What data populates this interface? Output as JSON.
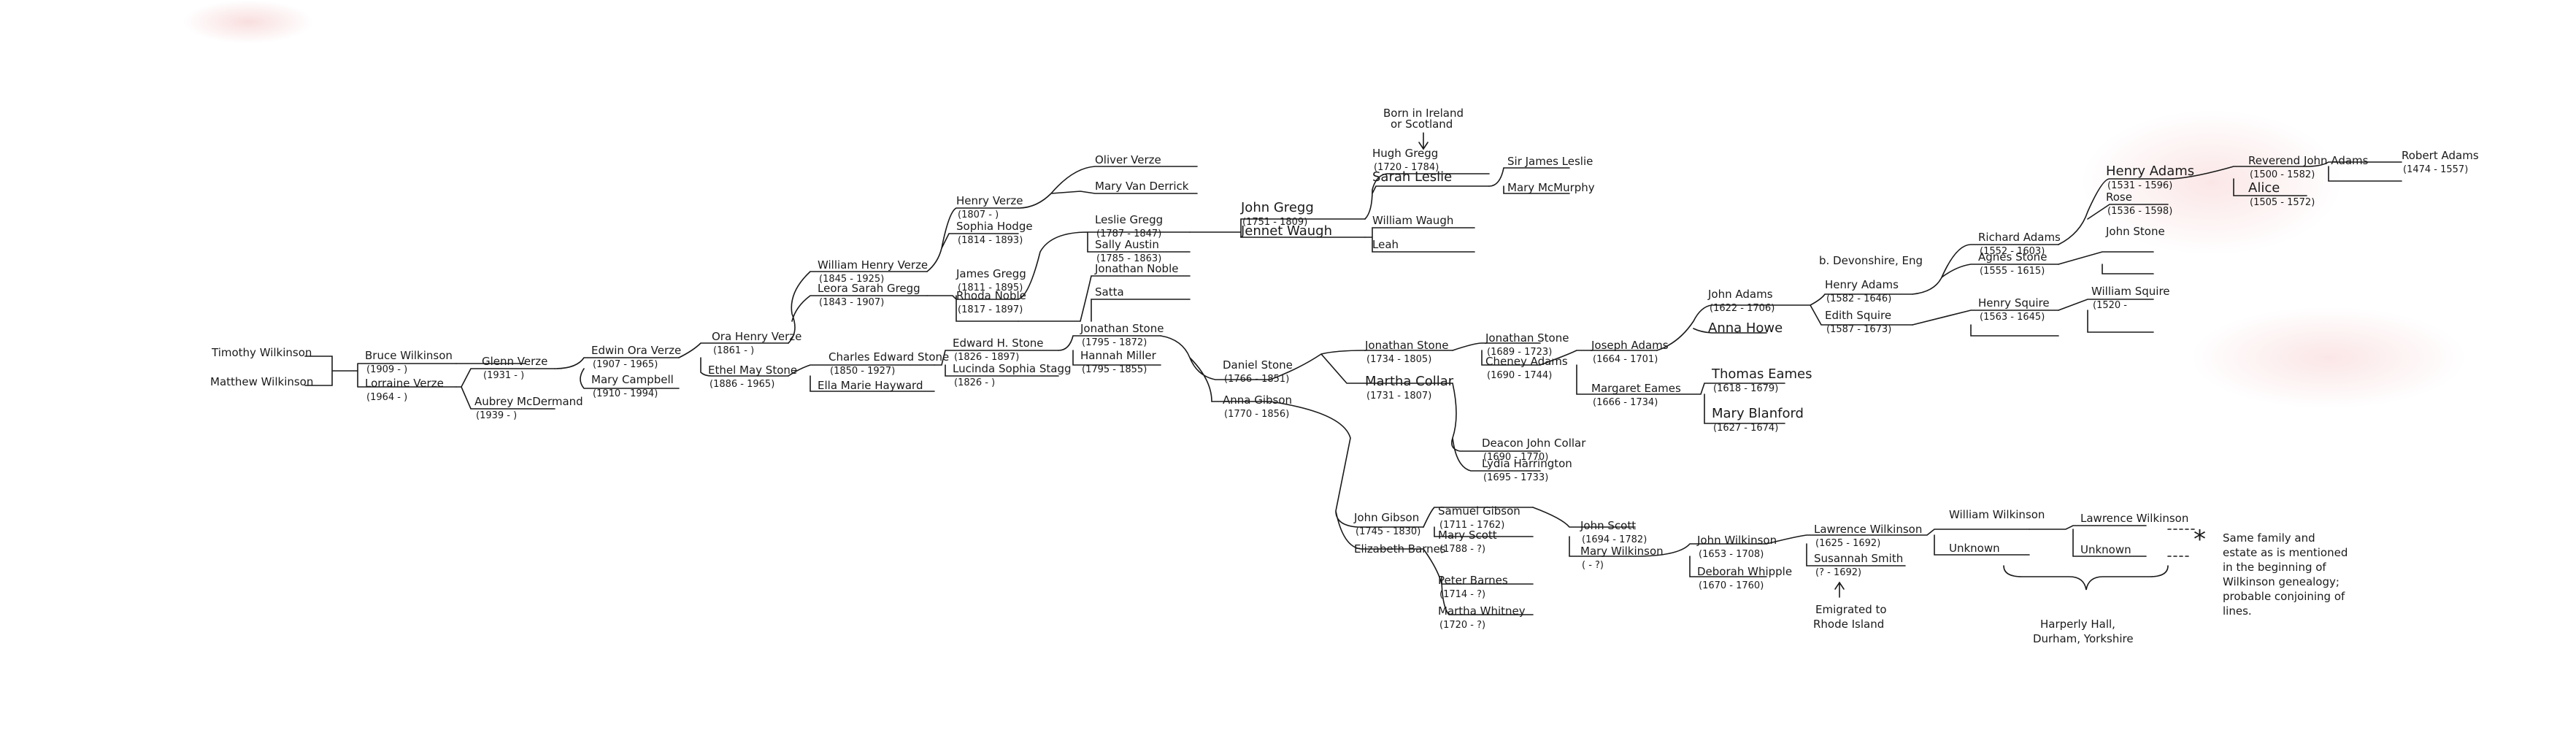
{
  "people": [
    {
      "id": "timothy",
      "name": "Timothy Wilkinson",
      "dates": ""
    },
    {
      "id": "matthew",
      "name": "Matthew Wilkinson",
      "dates": ""
    },
    {
      "id": "bruce",
      "name": "Bruce Wilkinson",
      "dates": "(1909 -      )"
    },
    {
      "id": "lorraine",
      "name": "Lorraine Verze",
      "dates": "(1964 -      )"
    },
    {
      "id": "glenn",
      "name": "Glenn Verze",
      "dates": "(1931 -      )"
    },
    {
      "id": "aubrey",
      "name": "Aubrey McDermand",
      "dates": "(1939 -      )"
    },
    {
      "id": "edwin",
      "name": "Edwin Ora Verze",
      "dates": "(1907 - 1965)"
    },
    {
      "id": "mary_campbell",
      "name": "Mary Campbell",
      "dates": "(1910 - 1994)"
    },
    {
      "id": "ora_henry",
      "name": "Ora Henry Verze",
      "dates": "(1861 -      )"
    },
    {
      "id": "ethel",
      "name": "Ethel May Stone",
      "dates": "(1886 - 1965)"
    },
    {
      "id": "william_henry",
      "name": "William Henry Verze",
      "dates": "(1845 - 1925)"
    },
    {
      "id": "leora",
      "name": "Leora Sarah Gregg",
      "dates": "(1843 - 1907)"
    },
    {
      "id": "henry_verze",
      "name": "Henry Verze",
      "dates": "(1807 -      )"
    },
    {
      "id": "sophia",
      "name": "Sophia Hodge",
      "dates": "(1814 - 1893)"
    },
    {
      "id": "oliver",
      "name": "Oliver Verze",
      "dates": ""
    },
    {
      "id": "mary_vd",
      "name": "Mary Van Derrick",
      "dates": ""
    },
    {
      "id": "james_gregg",
      "name": "James Gregg",
      "dates": "(1811 - 1895)"
    },
    {
      "id": "rhoda",
      "name": "Rhoda Noble",
      "dates": "(1817 - 1897)"
    },
    {
      "id": "leslie_gregg",
      "name": "Leslie Gregg",
      "dates": "(1787 - 1847)"
    },
    {
      "id": "sally",
      "name": "Sally Austin",
      "dates": "(1785 - 1863)"
    },
    {
      "id": "jonathan_noble",
      "name": "Jonathan Noble",
      "dates": ""
    },
    {
      "id": "satta",
      "name": "Satta",
      "dates": ""
    },
    {
      "id": "john_gregg",
      "name": "John Gregg",
      "dates": "(1751 - 1809)"
    },
    {
      "id": "jennet",
      "name": "Jennet Waugh",
      "dates": ""
    },
    {
      "id": "hugh",
      "name": "Hugh Gregg",
      "dates": "(1720 - 1784)"
    },
    {
      "id": "sarah_leslie",
      "name": "Sarah Leslie",
      "dates": ""
    },
    {
      "id": "william_waugh",
      "name": "William Waugh",
      "dates": ""
    },
    {
      "id": "leah",
      "name": "Leah",
      "dates": ""
    },
    {
      "id": "sir_james",
      "name": "Sir James Leslie",
      "dates": ""
    },
    {
      "id": "mary_mcm",
      "name": "Mary McMurphy",
      "dates": ""
    },
    {
      "id": "charles",
      "name": "Charles Edward Stone",
      "dates": "(1850 - 1927)"
    },
    {
      "id": "ella",
      "name": "Ella Marie Hayward",
      "dates": ""
    },
    {
      "id": "edward",
      "name": "Edward H. Stone",
      "dates": "(1826 - 1897)"
    },
    {
      "id": "lucinda",
      "name": "Lucinda Sophia Stagg",
      "dates": "(1826 -      )"
    },
    {
      "id": "jonathan_stone",
      "name": "Jonathan Stone",
      "dates": "(1795 - 1872)"
    },
    {
      "id": "hannah",
      "name": "Hannah Miller",
      "dates": "(1795 - 1855)"
    },
    {
      "id": "daniel",
      "name": "Daniel Stone",
      "dates": "(1766 - 1851)"
    },
    {
      "id": "anna_gibson",
      "name": "Anna Gibson",
      "dates": "(1770 - 1856)"
    },
    {
      "id": "jonathan_stone2",
      "name": "Jonathan Stone",
      "dates": "(1734 - 1805)"
    },
    {
      "id": "martha_collar",
      "name": "Martha Collar",
      "dates": "(1731 - 1807)"
    },
    {
      "id": "deacon",
      "name": "Deacon John Collar",
      "dates": "(1690 - 1770)"
    },
    {
      "id": "lydia",
      "name": "Lydia Harrington",
      "dates": "(1695 - 1733)"
    },
    {
      "id": "jonathan_stone3",
      "name": "Jonathan Stone",
      "dates": "(1689 - 1723)"
    },
    {
      "id": "cheney",
      "name": "Cheney Adams",
      "dates": "(1690 - 1744)"
    },
    {
      "id": "joseph",
      "name": "Joseph Adams",
      "dates": "(1664 - 1701)"
    },
    {
      "id": "margaret",
      "name": "Margaret Eames",
      "dates": "(1666 - 1734)"
    },
    {
      "id": "john_adams",
      "name": "John Adams",
      "dates": "(1622 - 1706)"
    },
    {
      "id": "anna_howe",
      "name": "Anna Howe",
      "dates": ""
    },
    {
      "id": "thomas",
      "name": "Thomas Eames",
      "dates": "(1618 - 1679)"
    },
    {
      "id": "mary_blanford",
      "name": "Mary Blanford",
      "dates": "(1627 - 1674)"
    },
    {
      "id": "henry_adams",
      "name": "Henry Adams",
      "dates": "(1582 - 1646)"
    },
    {
      "id": "edith",
      "name": "Edith Squire",
      "dates": "(1587 - 1673)"
    },
    {
      "id": "richard",
      "name": "Richard Adams",
      "dates": "(1552 - 1603)"
    },
    {
      "id": "agnes",
      "name": "Agnes Stone",
      "dates": "(1555 - 1615)"
    },
    {
      "id": "henry_squire",
      "name": "Henry Squire",
      "dates": "(1563 - 1645)"
    },
    {
      "id": "henry_adams2",
      "name": "Henry Adams",
      "dates": "(1531 - 1596)"
    },
    {
      "id": "rose",
      "name": "Rose",
      "dates": "(1536 - 1598)"
    },
    {
      "id": "john_stone",
      "name": "John Stone",
      "dates": ""
    },
    {
      "id": "william_squire",
      "name": "William Squire",
      "dates": "(1520 -      "
    },
    {
      "id": "reverend",
      "name": "Reverend John Adams",
      "dates": "(1500 - 1582)"
    },
    {
      "id": "alice",
      "name": "Alice",
      "dates": "(1505 - 1572)"
    },
    {
      "id": "robert",
      "name": "Robert Adams",
      "dates": "(1474 - 1557)"
    },
    {
      "id": "john_gibson",
      "name": "John Gibson",
      "dates": "(1745 - 1830)"
    },
    {
      "id": "elizabeth",
      "name": "Elizabeth Barnes",
      "dates": ""
    },
    {
      "id": "samuel",
      "name": "Samuel Gibson",
      "dates": "(1711 - 1762)"
    },
    {
      "id": "mary_scott",
      "name": "Mary Scott",
      "dates": "(1788 - ?)"
    },
    {
      "id": "peter",
      "name": "Peter Barnes",
      "dates": "(1714 - ?)"
    },
    {
      "id": "martha_whitney",
      "name": "Martha Whitney",
      "dates": "(1720 - ?)"
    },
    {
      "id": "john_scott",
      "name": "John Scott",
      "dates": "(1694 - 1782)"
    },
    {
      "id": "mary_wilkinson",
      "name": "Mary Wilkinson",
      "dates": "(     - ?)"
    },
    {
      "id": "john_wilkinson",
      "name": "John Wilkinson",
      "dates": "(1653 - 1708)"
    },
    {
      "id": "deborah",
      "name": "Deborah Whipple",
      "dates": "(1670 - 1760)"
    },
    {
      "id": "lawrence",
      "name": "Lawrence Wilkinson",
      "dates": "(1625 - 1692)"
    },
    {
      "id": "susannah",
      "name": "Susannah Smith",
      "dates": "(? - 1692)"
    },
    {
      "id": "william_wilkinson",
      "name": "William Wilkinson",
      "dates": ""
    },
    {
      "id": "unknown1",
      "name": "Unknown",
      "dates": ""
    },
    {
      "id": "lawrence2",
      "name": "Lawrence Wilkinson",
      "dates": ""
    },
    {
      "id": "unknown2",
      "name": "Unknown",
      "dates": ""
    }
  ],
  "notes": {
    "born_ireland_1": "Born in Ireland",
    "born_ireland_2": "or Scotland",
    "devonshire": "b. Devonshire, Eng",
    "emigrated_1": "Emigrated to",
    "emigrated_2": "Rhode Island",
    "harperly_1": "Harperly Hall,",
    "harperly_2": "Durham, Yorkshire",
    "asterisk": "*",
    "footnote": [
      "Same family and",
      "estate as is mentioned",
      "in the beginning of",
      "Wilkinson genealogy;",
      "probable conjoining of",
      "lines."
    ]
  }
}
